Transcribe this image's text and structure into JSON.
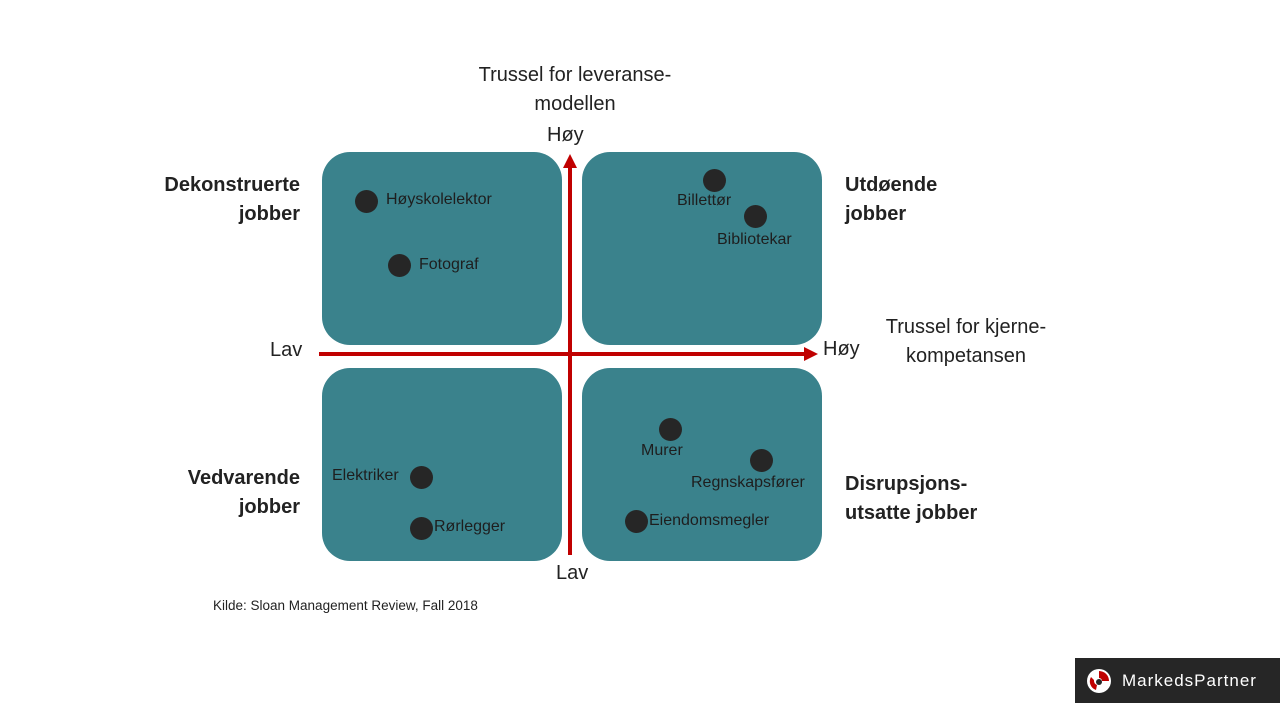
{
  "axes": {
    "y_title": [
      "Trussel for leveranse-",
      "modellen"
    ],
    "y_high": "Høy",
    "y_low": "Lav",
    "x_title": [
      "Trussel for kjerne-",
      "kompetansen"
    ],
    "x_high": "Høy",
    "x_low": "Lav",
    "color": "#c00000"
  },
  "quadrants": {
    "top_left": [
      "Dekonstruerte",
      "jobber"
    ],
    "top_right": [
      "Utdøende",
      "jobber"
    ],
    "bottom_left": [
      "Vedvarende",
      "jobber"
    ],
    "bottom_right": [
      "Disrupsjons-",
      "utsatte jobber"
    ],
    "fill": "#3a828c"
  },
  "jobs": {
    "hoyskolelektor": "Høyskolelektor",
    "fotograf": "Fotograf",
    "billettor": "Billettør",
    "bibliotekar": "Bibliotekar",
    "elektriker": "Elektriker",
    "rorlegger": "Rørlegger",
    "murer": "Murer",
    "regnskapsforer": "Regnskapsfører",
    "eiendomsmegler": "Eiendomsmegler"
  },
  "source": "Kilde: Sloan Management Review, Fall 2018",
  "logo": {
    "text": "MarkedsPartner",
    "icon": "markedspartner-logo-icon"
  }
}
